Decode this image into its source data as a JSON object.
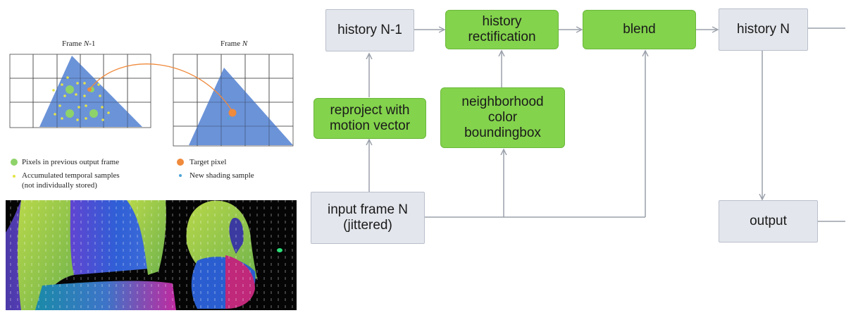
{
  "left_figure": {
    "frame_prev_label": "Frame N-1",
    "frame_cur_label": "Frame N",
    "legend": {
      "pixels_prev": "Pixels in previous output frame",
      "accumulated_line1": "Accumulated temporal samples",
      "accumulated_line2": "(not individually stored)",
      "target_pixel": "Target pixel",
      "new_sample": "New shading sample"
    }
  },
  "flow": {
    "history_prev": "history N-1",
    "rectification": "history\nrectification",
    "blend": "blend",
    "history_next": "history N",
    "reproject": "reproject with\nmotion vector",
    "bounding": "neighborhood\ncolor\nboundingbox",
    "input_frame": "input frame N\n(jittered)",
    "output": "output"
  },
  "colors": {
    "green_box": "#83d34c",
    "gray_box": "#e3e6ec",
    "triangle": "#5b87d4",
    "target": "#f08a3c",
    "pixel_dot": "#8ed36a"
  }
}
